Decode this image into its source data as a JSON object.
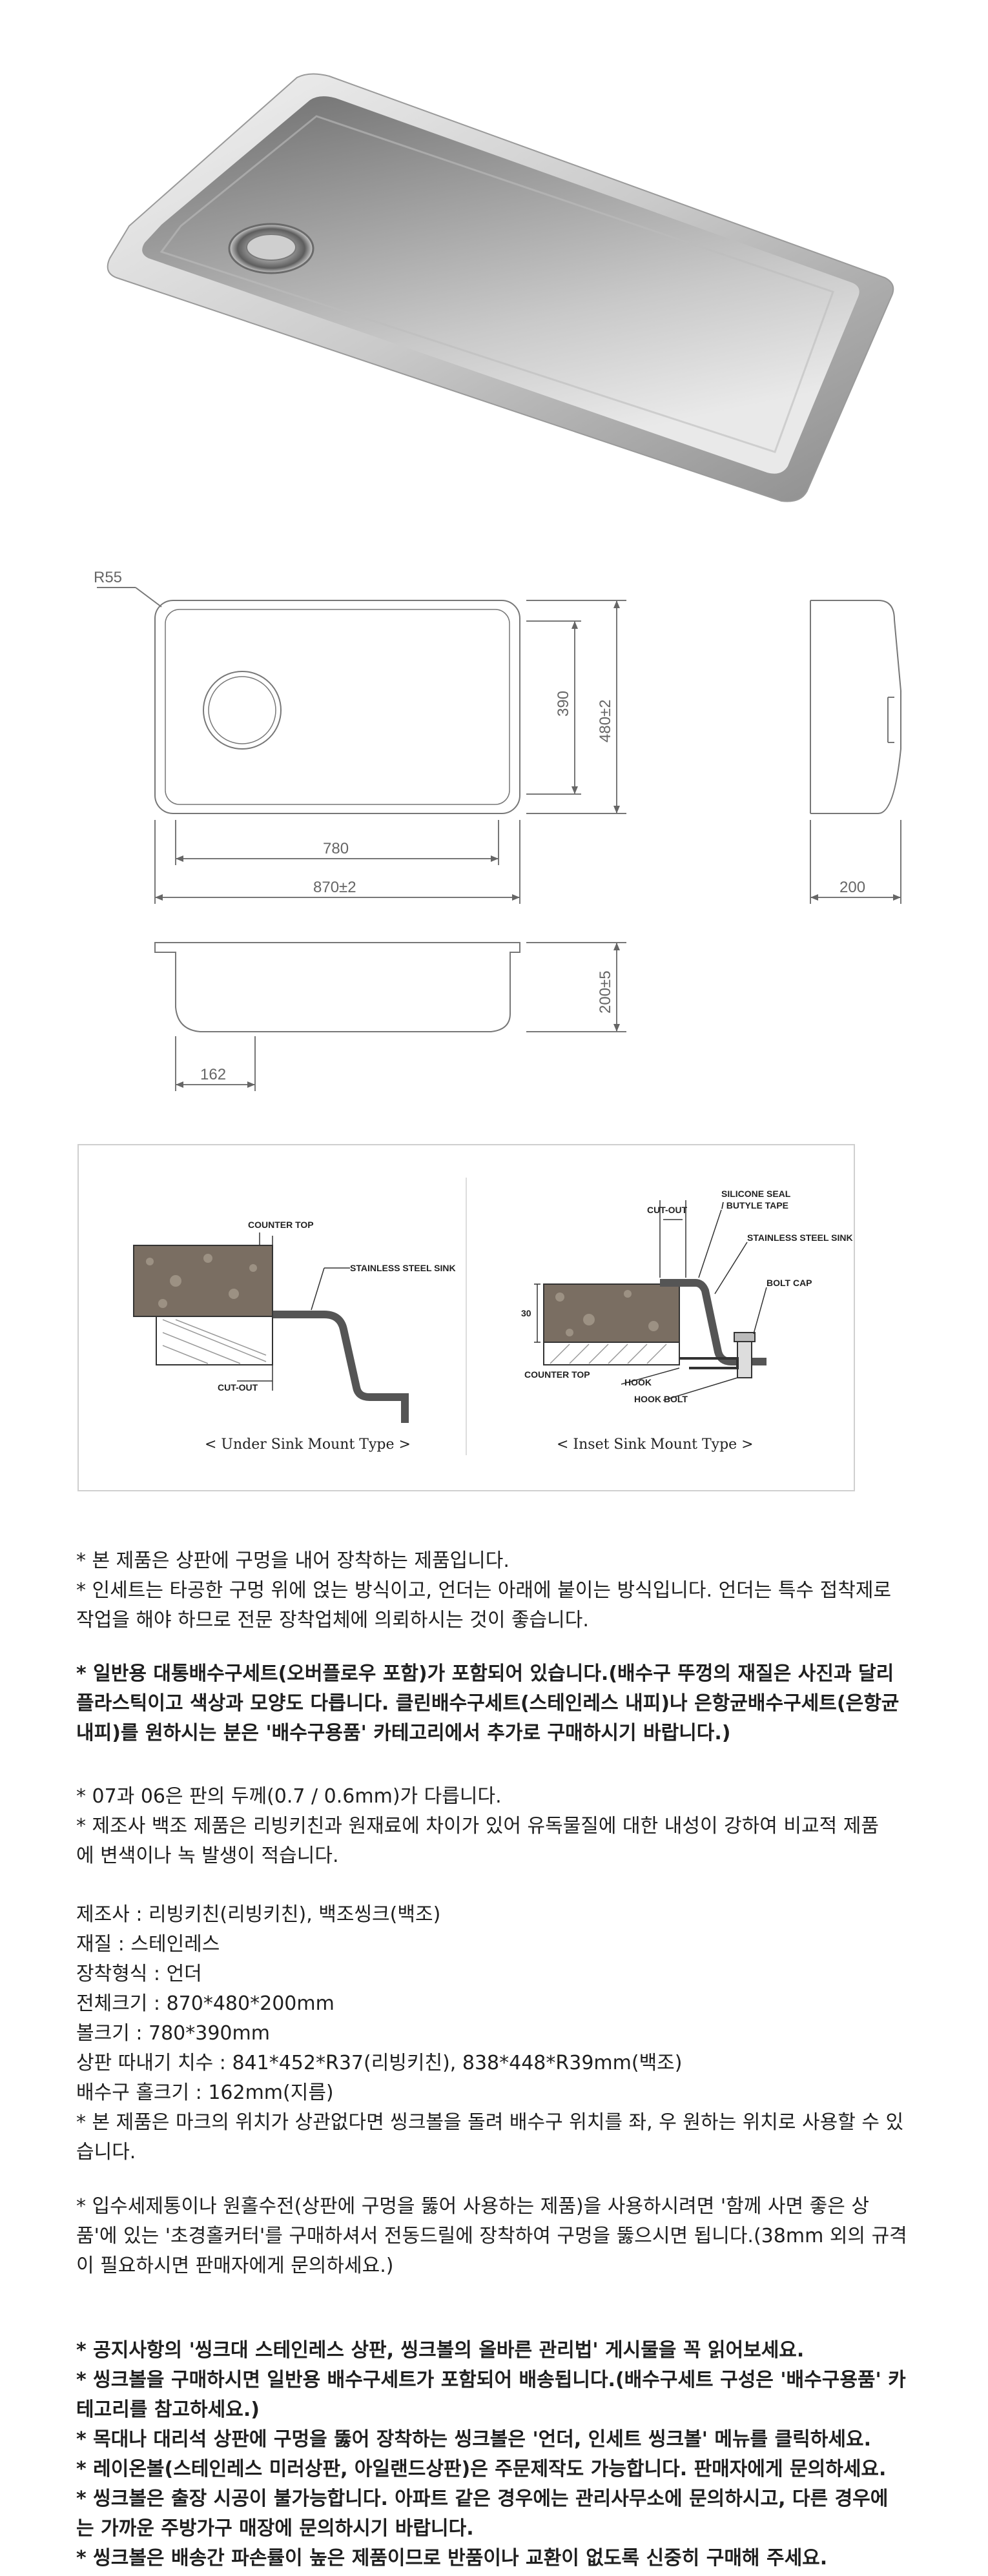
{
  "drawing": {
    "radius": "R55",
    "width_inner": "780",
    "width_outer": "870±2",
    "height_inner": "390",
    "height_outer": "480±2",
    "depth_side": "200",
    "depth_front": "200±5",
    "drain_offset": "162"
  },
  "install": {
    "under": {
      "counter_top": "COUNTER TOP",
      "stainless_sink": "STAINLESS STEEL SINK",
      "cut_out": "CUT-OUT",
      "caption": "< Under Sink Mount Type >"
    },
    "inset": {
      "cut_out": "CUT-OUT",
      "silicone_seal": "SILICONE SEAL",
      "butyle_tape": "/ BUTYLE TAPE",
      "stainless_sink": "STAINLESS STEEL SINK",
      "bolt_cap": "BOLT CAP",
      "thickness": "30",
      "counter_top": "COUNTER TOP",
      "hook": "HOOK",
      "hook_bolt": "HOOK BOLT",
      "caption": "< Inset Sink Mount Type >"
    }
  },
  "text1": {
    "l1": "* 본 제품은 상판에 구멍을 내어 장착하는 제품입니다.",
    "l2": "* 인세트는 타공한 구멍 위에 얹는 방식이고, 언더는 아래에 붙이는 방식입니다. 언더는 특수 접착제로",
    "l3": "작업을 해야 하므로 전문 장착업체에 의뢰하시는 것이 좋습니다."
  },
  "text2": {
    "l1": "* 일반용 대통배수구세트(오버플로우 포함)가 포함되어 있습니다.(배수구 뚜껑의 재질은 사진과 달리",
    "l2": "플라스틱이고 색상과 모양도 다릅니다. 클린배수구세트(스테인레스 내피)나 은항균배수구세트(은항균",
    "l3": "내피)를 원하시는 분은 '배수구용품' 카테고리에서 추가로 구매하시기 바랍니다.)"
  },
  "text3": {
    "l1": "* 07과 06은 판의 두께(0.7 / 0.6mm)가 다릅니다.",
    "l2": "* 제조사 백조 제품은 리빙키친과 원재료에 차이가 있어 유독물질에 대한 내성이 강하여 비교적 제품",
    "l3": "에 변색이나 녹 발생이 적습니다."
  },
  "specs": {
    "l1": "제조사 : 리빙키친(리빙키친), 백조씽크(백조)",
    "l2": "재질 : 스테인레스",
    "l3": "장착형식 : 언더",
    "l4": "전체크기 : 870*480*200mm",
    "l5": "볼크기 : 780*390mm",
    "l6": "상판 따내기 치수 : 841*452*R37(리빙키친), 838*448*R39mm(백조)",
    "l7": "배수구 홀크기 : 162mm(지름)",
    "l8": "* 본 제품은 마크의 위치가 상관없다면 씽크볼을 돌려 배수구 위치를 좌, 우 원하는 위치로 사용할 수 있",
    "l9": "습니다."
  },
  "text4": {
    "l1": "* 입수세제통이나 원홀수전(상판에 구멍을 뚫어 사용하는 제품)을 사용하시려면 '함께 사면 좋은 상",
    "l2": "품'에 있는 '초경홀커터'를 구매하셔서 전동드릴에 장착하여 구멍을 뚫으시면 됩니다.(38mm 외의 규격",
    "l3": "이 필요하시면 판매자에게 문의하세요.)"
  },
  "notice": {
    "l1": "* 공지사항의 '씽크대 스테인레스 상판, 씽크볼의 올바른 관리법' 게시물을 꼭 읽어보세요.",
    "l2": "* 씽크볼을 구매하시면 일반용 배수구세트가 포함되어 배송됩니다.(배수구세트 구성은 '배수구용품' 카",
    "l3": "테고리를 참고하세요.)",
    "l4": "* 목대나 대리석 상판에 구멍을 뚫어 장착하는 씽크볼은 '언더, 인세트 씽크볼' 메뉴를 클릭하세요.",
    "l5": "* 레이온볼(스테인레스 미러상판, 아일랜드상판)은 주문제작도 가능합니다. 판매자에게 문의하세요.",
    "l6": "* 씽크볼은 출장 시공이 불가능합니다. 아파트 같은 경우에는 관리사무소에 문의하시고, 다른 경우에",
    "l7": "는 가까운 주방가구 매장에 문의하시기 바랍니다.",
    "l8": "* 씽크볼은 배송간 파손률이 높은 제품이므로 반품이나 교환이 없도록 신중히 구매해 주세요."
  }
}
